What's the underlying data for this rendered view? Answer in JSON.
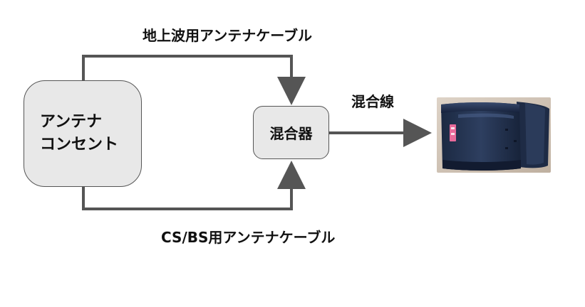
{
  "diagram": {
    "source_box": {
      "line1": "アンテナ",
      "line2": "コンセント"
    },
    "mixer_box": {
      "label": "混合器"
    },
    "labels": {
      "terrestrial_cable": "地上波用アンテナケーブル",
      "satellite_cable": "CS/BS用アンテナケーブル",
      "mixed_line": "混合線"
    }
  },
  "colors": {
    "box_fill": "#e8e8e8",
    "box_border": "#555555",
    "line": "#555555",
    "text": "#111111"
  },
  "icons": {
    "mixed_cable_photo": "mixer-device-photo"
  }
}
